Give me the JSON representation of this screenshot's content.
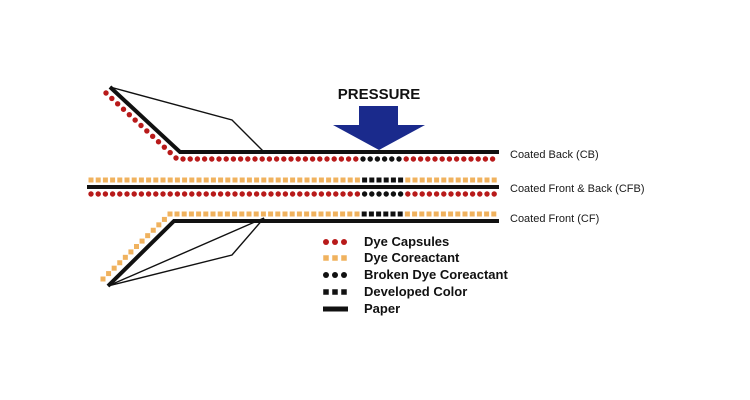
{
  "title": "PRESSURE",
  "sheets": {
    "cb": {
      "label": "Coated Back (CB)"
    },
    "cfb": {
      "label": "Coated Front & Back (CFB)"
    },
    "cf": {
      "label": "Coated Front (CF)"
    }
  },
  "legend": [
    {
      "key": "capsules",
      "label": "Dye Capsules",
      "icon": "red-dots"
    },
    {
      "key": "coreactant",
      "label": "Dye Coreactant",
      "icon": "orange-squares"
    },
    {
      "key": "broken",
      "label": "Broken Dye Coreactant",
      "icon": "black-dots"
    },
    {
      "key": "developed",
      "label": "Developed Color",
      "icon": "black-squares"
    },
    {
      "key": "paper",
      "label": "Paper",
      "icon": "black-line"
    }
  ],
  "colors": {
    "capsule": "#b81a1a",
    "coreactant": "#f0b25e",
    "paper": "#111111",
    "arrow": "#1a2a8c",
    "developed": "#111111"
  }
}
